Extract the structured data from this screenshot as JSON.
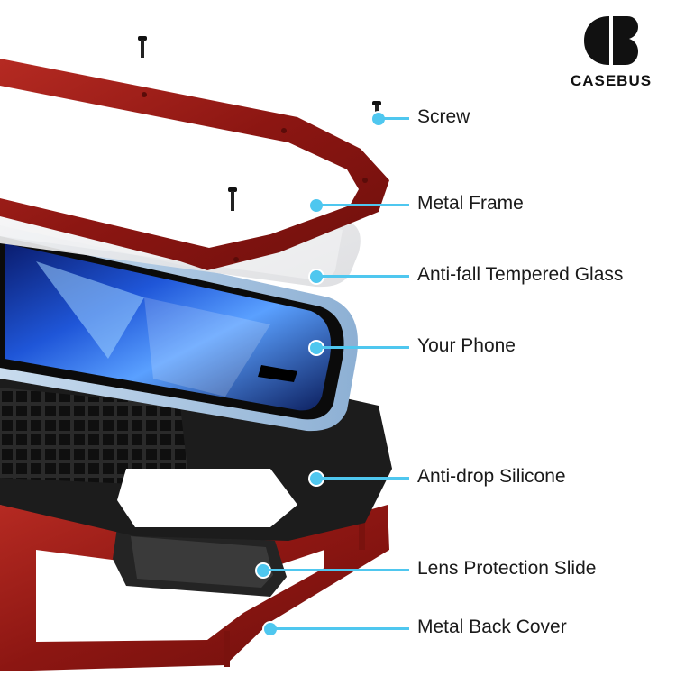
{
  "brand": {
    "name": "CASEBUS",
    "logo_icon": "casebus-logo-icon"
  },
  "colors": {
    "accent": "#4fc7ef",
    "frame_red": "#9b1b17",
    "phone_blue": "#a9c8e2",
    "silicone_black": "#1c1c1c",
    "text": "#1a1a1a"
  },
  "callouts": [
    {
      "id": "screw",
      "label": "Screw"
    },
    {
      "id": "metal-frame",
      "label": "Metal Frame"
    },
    {
      "id": "tempered-glass",
      "label": "Anti-fall Tempered Glass"
    },
    {
      "id": "your-phone",
      "label": "Your Phone"
    },
    {
      "id": "silicone",
      "label": "Anti-drop Silicone"
    },
    {
      "id": "lens-slide",
      "label": "Lens Protection Slide"
    },
    {
      "id": "back-cover",
      "label": "Metal Back Cover"
    }
  ]
}
